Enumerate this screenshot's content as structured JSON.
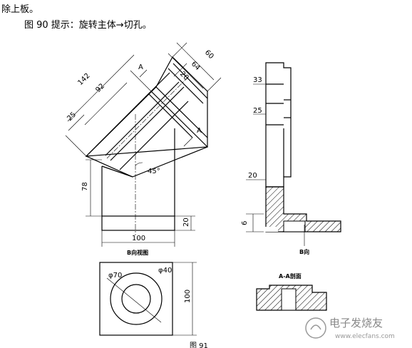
{
  "text": {
    "line1": "除上板。",
    "line2": "图 90 提示：旋转主体→切孔。"
  },
  "drawing": {
    "front_view": {
      "dims": {
        "d142": "142",
        "d92": "92",
        "d25": "25",
        "d64": "64",
        "d60": "60",
        "d20_top": "20",
        "d78": "78",
        "d20_base": "20",
        "d100": "100",
        "angle": "45°"
      },
      "labels": {
        "a_top": "A",
        "a_right": "A"
      }
    },
    "side_view": {
      "dims": {
        "d33": "33",
        "d25": "25",
        "d20": "20",
        "d6": "6"
      },
      "labels": {
        "b_dir": "B向"
      }
    },
    "b_view": {
      "title": "B向视图",
      "dims": {
        "phi70": "φ70",
        "phi40": "φ40",
        "d100": "100"
      }
    },
    "section": {
      "title": "A-A剖面"
    },
    "caption": "图 91"
  },
  "watermark": {
    "cn": "电子发烧友",
    "url": "www.elecfans.com"
  }
}
